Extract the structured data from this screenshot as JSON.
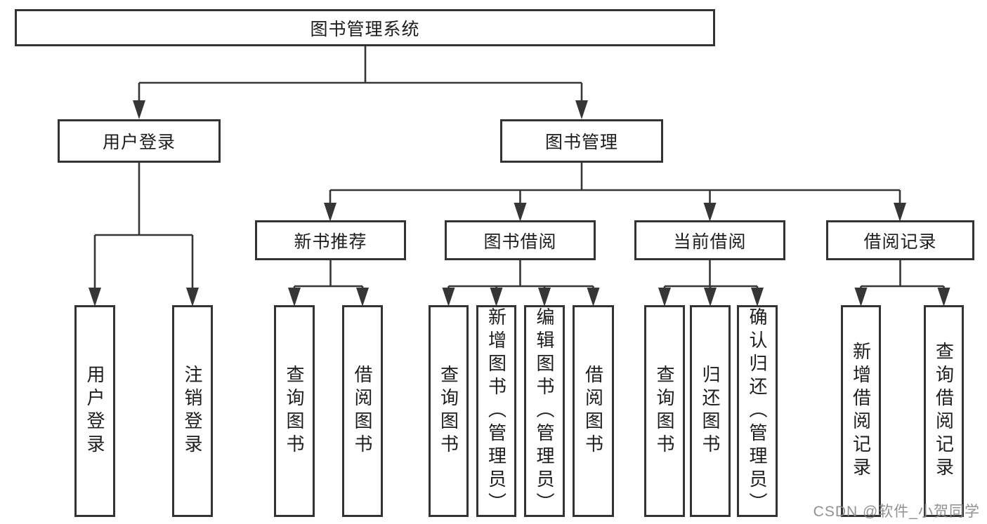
{
  "diagram": {
    "title": "图书管理系统",
    "root": {
      "label": "图书管理系统"
    },
    "level2": [
      {
        "label": "用户登录"
      },
      {
        "label": "图书管理"
      }
    ],
    "level3": [
      {
        "label": "新书推荐",
        "parent": "图书管理"
      },
      {
        "label": "图书借阅",
        "parent": "图书管理"
      },
      {
        "label": "当前借阅",
        "parent": "图书管理"
      },
      {
        "label": "借阅记录",
        "parent": "图书管理"
      }
    ],
    "leaves": [
      {
        "label": "用户登录",
        "parent": "用户登录"
      },
      {
        "label": "注销登录",
        "parent": "用户登录"
      },
      {
        "label": "查询图书",
        "parent": "新书推荐"
      },
      {
        "label": "借阅图书",
        "parent": "新书推荐"
      },
      {
        "label": "查询图书",
        "parent": "图书借阅"
      },
      {
        "label": "新增图书（管理员）",
        "parent": "图书借阅"
      },
      {
        "label": "编辑图书（管理员）",
        "parent": "图书借阅"
      },
      {
        "label": "借阅图书",
        "parent": "图书借阅"
      },
      {
        "label": "查询图书",
        "parent": "当前借阅"
      },
      {
        "label": "归还图书",
        "parent": "当前借阅"
      },
      {
        "label": "确认归还（管理员）",
        "parent": "当前借阅"
      },
      {
        "label": "新增借阅记录",
        "parent": "借阅记录"
      },
      {
        "label": "查询借阅记录",
        "parent": "借阅记录"
      }
    ]
  },
  "watermark": {
    "text": "CSDN @软件_小贺同学"
  },
  "colors": {
    "line": "#363636",
    "box_border": "#333333",
    "text": "#1d1d1d",
    "watermark": "#888888",
    "background": "#ffffff"
  }
}
